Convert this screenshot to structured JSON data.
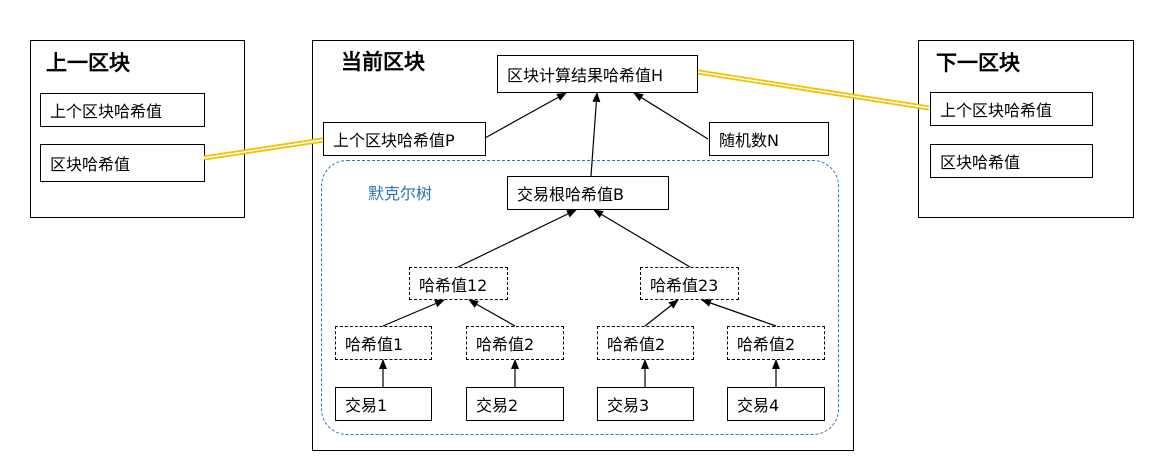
{
  "prev_block": {
    "title": "上一区块",
    "prev_hash": "上个区块哈希值",
    "block_hash": "区块哈希值"
  },
  "current_block": {
    "title": "当前区块",
    "result_hash": "区块计算结果哈希值H",
    "prev_hash_p": "上个区块哈希值P",
    "nonce": "随机数N",
    "merkle": {
      "label": "默克尔树",
      "root": "交易根哈希值B",
      "level2": [
        "哈希值12",
        "哈希值23"
      ],
      "level1": [
        "哈希值1",
        "哈希值2",
        "哈希值2",
        "哈希值2"
      ],
      "transactions": [
        "交易1",
        "交易2",
        "交易3",
        "交易4"
      ]
    }
  },
  "next_block": {
    "title": "下一区块",
    "prev_hash": "上个区块哈希值",
    "block_hash": "区块哈希值"
  },
  "colors": {
    "link_line": "#f2c200",
    "merkle_border": "#2e75b6",
    "merkle_label": "#2e75b6"
  }
}
